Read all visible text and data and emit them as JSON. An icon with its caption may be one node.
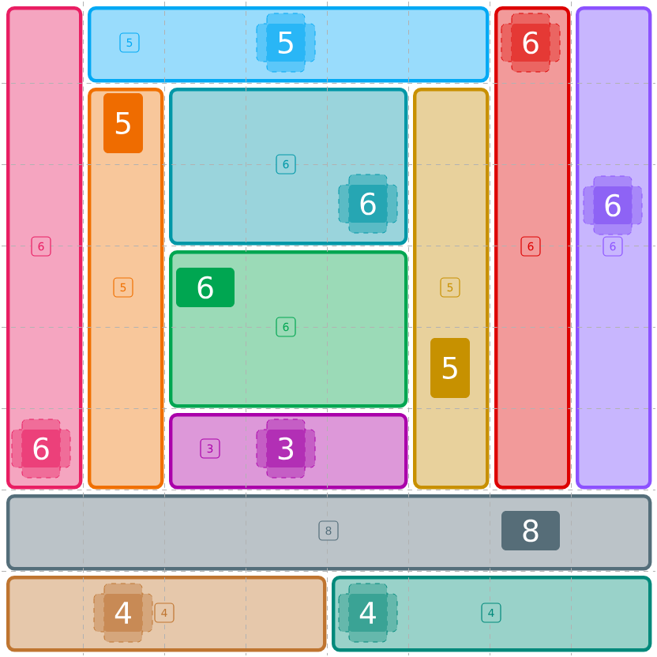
{
  "diagram": {
    "nodes": [
      {
        "text": [
          "6",
          "6"
        ]
      },
      {
        "text": [
          "5",
          "5"
        ]
      },
      {
        "text": [
          "6",
          "6"
        ]
      },
      {
        "text": [
          "6",
          "6"
        ]
      },
      {
        "text": [
          "5",
          "5"
        ]
      },
      {
        "text": [
          "6",
          "6"
        ]
      },
      {
        "text": [
          "5",
          "5"
        ]
      },
      {
        "text": [
          "6",
          "6"
        ]
      },
      {
        "text": [
          "3",
          "3"
        ]
      },
      {
        "text": [
          "8",
          "8"
        ]
      },
      {
        "text": [
          "4",
          "4"
        ]
      },
      {
        "text": [
          "4",
          "4"
        ]
      }
    ]
  }
}
